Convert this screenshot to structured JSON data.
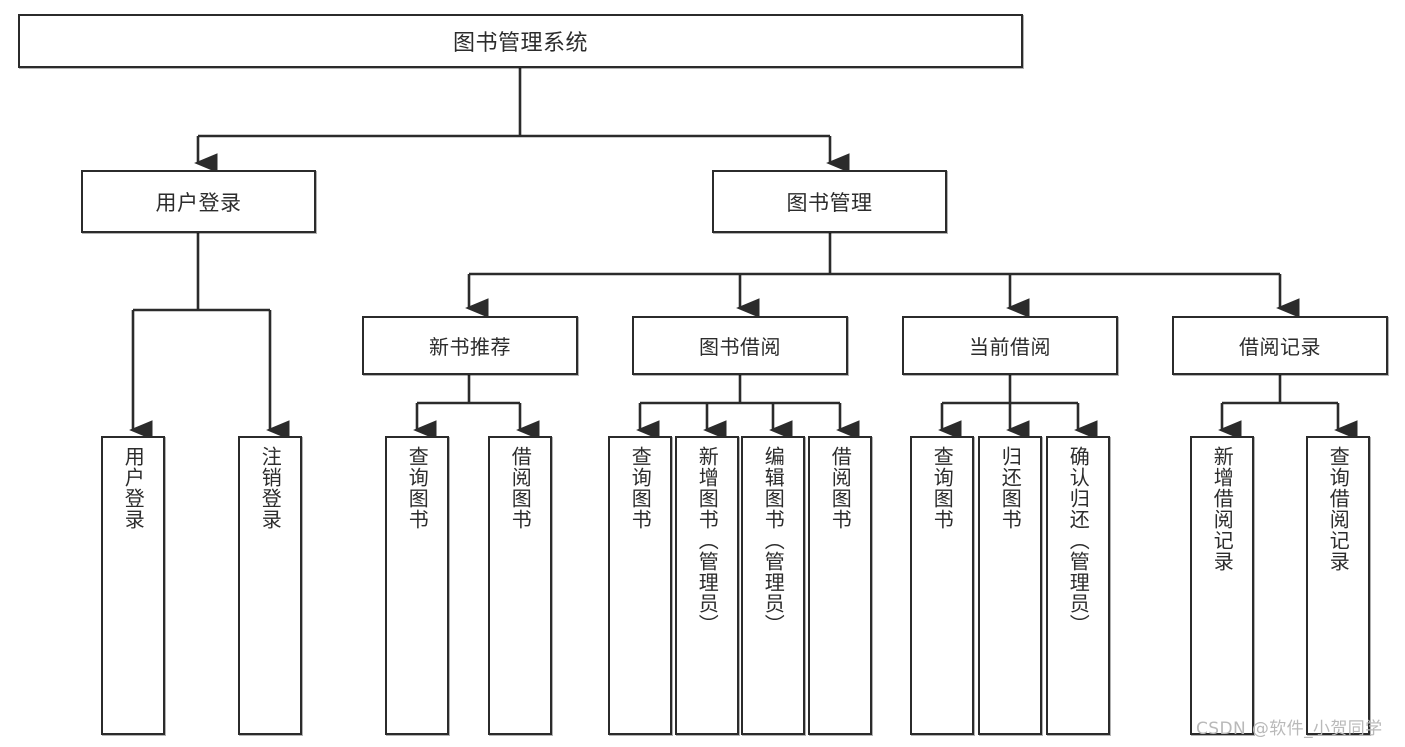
{
  "diagram": {
    "type": "tree",
    "title": "图书管理系统",
    "root": {
      "label": "图书管理系统"
    },
    "level2": [
      {
        "label": "用户登录"
      },
      {
        "label": "图书管理"
      }
    ],
    "level3": [
      {
        "label": "新书推荐"
      },
      {
        "label": "图书借阅"
      },
      {
        "label": "当前借阅"
      },
      {
        "label": "借阅记录"
      }
    ],
    "leaves": {
      "user_login": [
        {
          "label": "用户登录"
        },
        {
          "label": "注销登录"
        }
      ],
      "new_book": [
        {
          "label": "查询图书"
        },
        {
          "label": "借阅图书"
        }
      ],
      "borrow_book": [
        {
          "label": "查询图书"
        },
        {
          "label": "新增图书（管理员）"
        },
        {
          "label": "编辑图书（管理员）"
        },
        {
          "label": "借阅图书"
        }
      ],
      "current_borrow": [
        {
          "label": "查询图书"
        },
        {
          "label": "归还图书"
        },
        {
          "label": "确认归还（管理员）"
        }
      ],
      "borrow_record": [
        {
          "label": "新增借阅记录"
        },
        {
          "label": "查询借阅记录"
        }
      ]
    }
  },
  "watermark": {
    "text": "CSDN @软件_小贺同学"
  },
  "colors": {
    "box_border": "#2b2b2b",
    "line": "#2b2b2b",
    "text": "#2c2c2c",
    "background": "#ffffff",
    "watermark": "#b9b9b9"
  }
}
